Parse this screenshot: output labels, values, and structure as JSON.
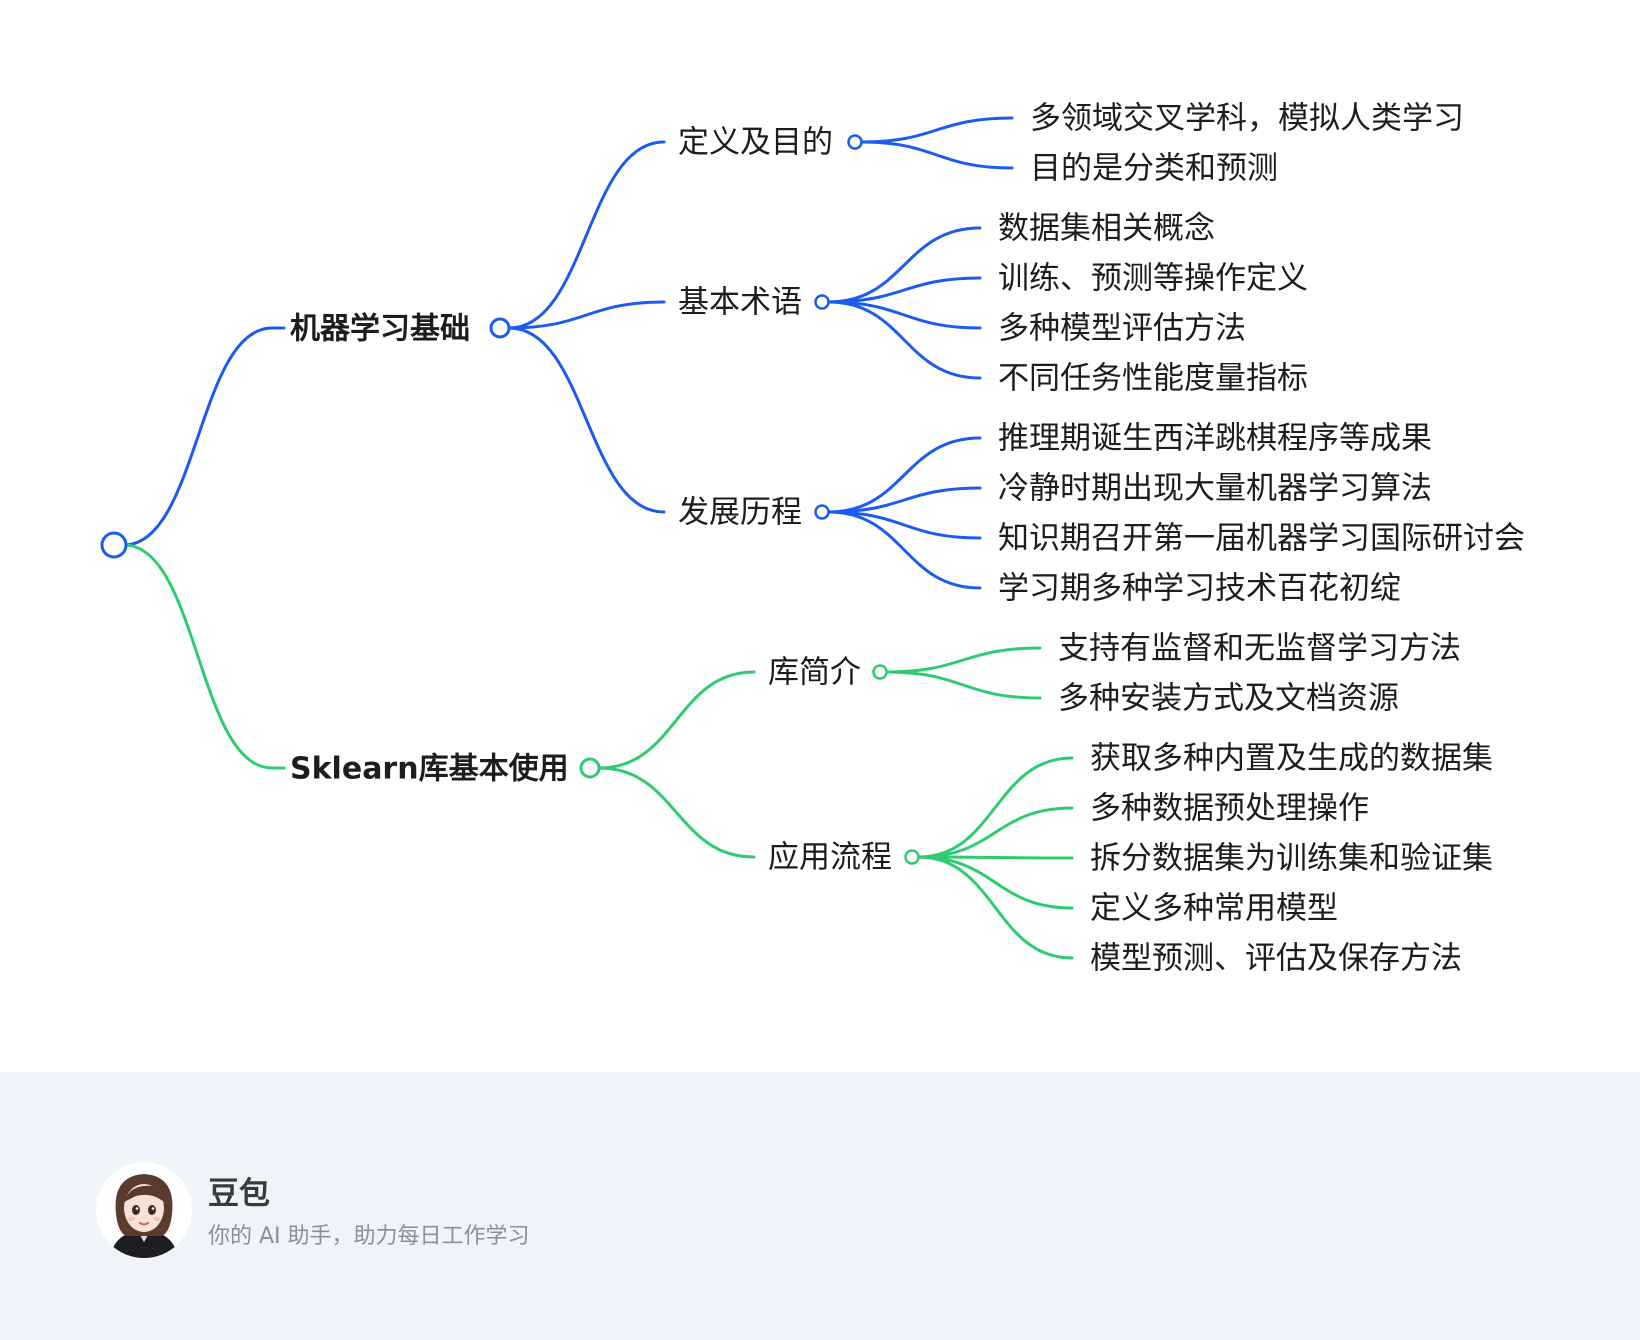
{
  "mindmap": {
    "colors": {
      "branch_blue": "#1a5cf0",
      "branch_green": "#2ecc71"
    },
    "root": {
      "label": ""
    },
    "branches": [
      {
        "label": "机器学习基础",
        "color": "#1a5cf0",
        "children": [
          {
            "label": "定义及目的",
            "children": [
              "多领域交叉学科，模拟人类学习",
              "目的是分类和预测"
            ]
          },
          {
            "label": "基本术语",
            "children": [
              "数据集相关概念",
              "训练、预测等操作定义",
              "多种模型评估方法",
              "不同任务性能度量指标"
            ]
          },
          {
            "label": "发展历程",
            "children": [
              "推理期诞生西洋跳棋程序等成果",
              "冷静时期出现大量机器学习算法",
              "知识期召开第一届机器学习国际研讨会",
              "学习期多种学习技术百花初绽"
            ]
          }
        ]
      },
      {
        "label": "Sklearn库基本使用",
        "color": "#2ecc71",
        "children": [
          {
            "label": "库简介",
            "children": [
              "支持有监督和无监督学习方法",
              "多种安装方式及文档资源"
            ]
          },
          {
            "label": "应用流程",
            "children": [
              "获取多种内置及生成的数据集",
              "多种数据预处理操作",
              "拆分数据集为训练集和验证集",
              "定义多种常用模型",
              "模型预测、评估及保存方法"
            ]
          }
        ]
      }
    ]
  },
  "footer": {
    "avatar_icon": "avatar-girl-icon",
    "name": "豆包",
    "tagline": "你的 AI 助手，助力每日工作学习"
  }
}
